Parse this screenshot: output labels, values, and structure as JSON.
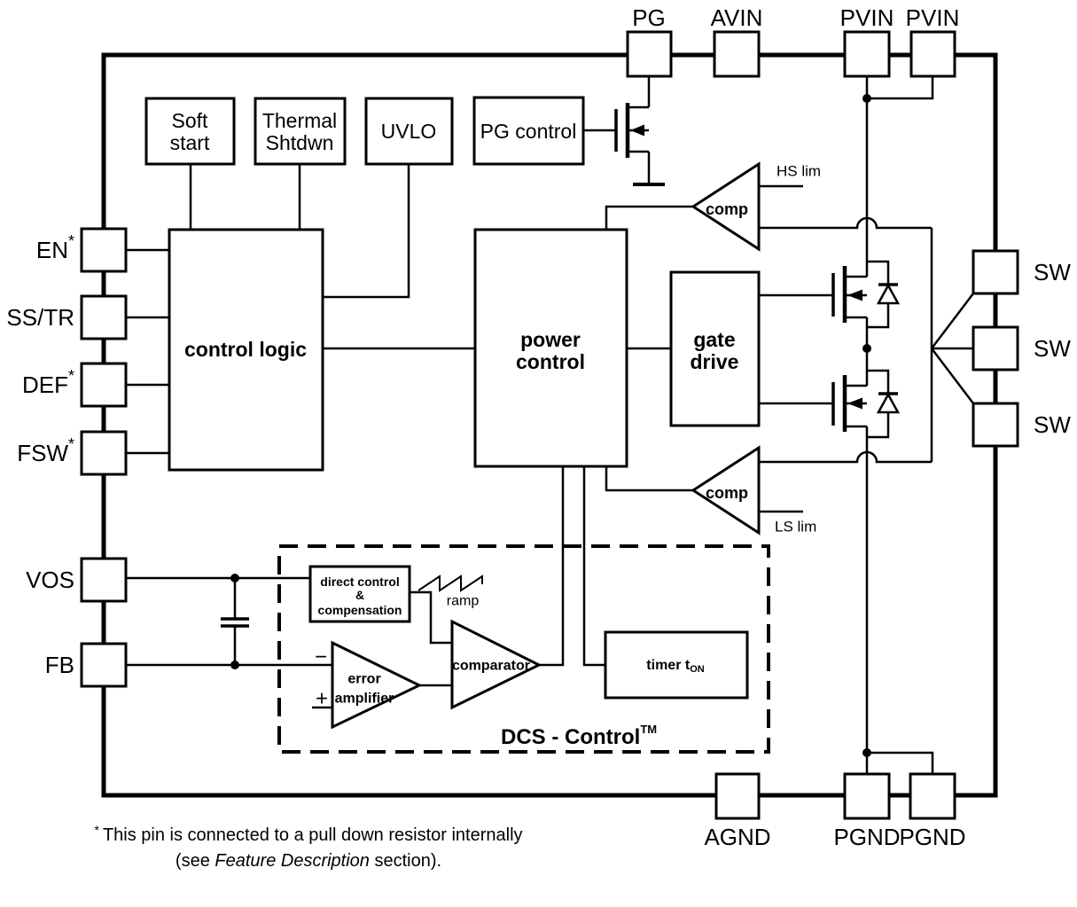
{
  "pins": {
    "top": [
      "PG",
      "AVIN",
      "PVIN",
      "PVIN"
    ],
    "left": [
      {
        "label": "EN",
        "sup": "*"
      },
      {
        "label": "SS/TR",
        "sup": ""
      },
      {
        "label": "DEF",
        "sup": "*"
      },
      {
        "label": "FSW",
        "sup": "*"
      },
      {
        "label": "VOS",
        "sup": ""
      },
      {
        "label": "FB",
        "sup": ""
      }
    ],
    "right": [
      "SW",
      "SW",
      "SW"
    ],
    "bottom": [
      "AGND",
      "PGND",
      "PGND"
    ]
  },
  "blocks": {
    "soft_start": {
      "line1": "Soft",
      "line2": "start"
    },
    "thermal_shutdown": {
      "line1": "Thermal",
      "line2": "Shtdwn"
    },
    "uvlo": {
      "label": "UVLO"
    },
    "pg_control": {
      "label": "PG control"
    },
    "control_logic": {
      "label": "control logic"
    },
    "power_control": {
      "line1": "power",
      "line2": "control"
    },
    "gate_drive": {
      "line1": "gate",
      "line2": "drive"
    },
    "direct_control": {
      "line1": "direct control",
      "line2": "&",
      "line3": "compensation"
    },
    "timer": {
      "label": "timer t",
      "sub": "ON"
    }
  },
  "amps": {
    "hs_comp": {
      "label": "comp",
      "limit": "HS lim"
    },
    "ls_comp": {
      "label": "comp",
      "limit": "LS lim"
    },
    "error_amp": {
      "line1": "error",
      "line2": "amplifier",
      "minus": "−",
      "plus": "+"
    },
    "comparator": {
      "label": "comparator"
    }
  },
  "annotations": {
    "ramp": "ramp",
    "dcs_label": "DCS - Control",
    "dcs_sup": "TM"
  },
  "footnote": {
    "sup": "*",
    "line1": "This pin is connected to a pull down resistor internally",
    "line2_pre": "(see ",
    "line2_italic": "Feature Description",
    "line2_post": " section)."
  },
  "colors": {
    "stroke": "#000000",
    "background": "#ffffff"
  }
}
